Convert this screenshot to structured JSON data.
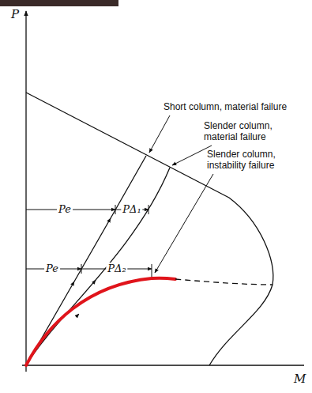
{
  "diagram": {
    "labels": [
      "P",
      "M",
      "Short column, material failure",
      "Slender column, material failure",
      "Slender column, instability failure",
      "Pe",
      "PΔ₁",
      "Pe",
      "PΔ₂"
    ]
  }
}
